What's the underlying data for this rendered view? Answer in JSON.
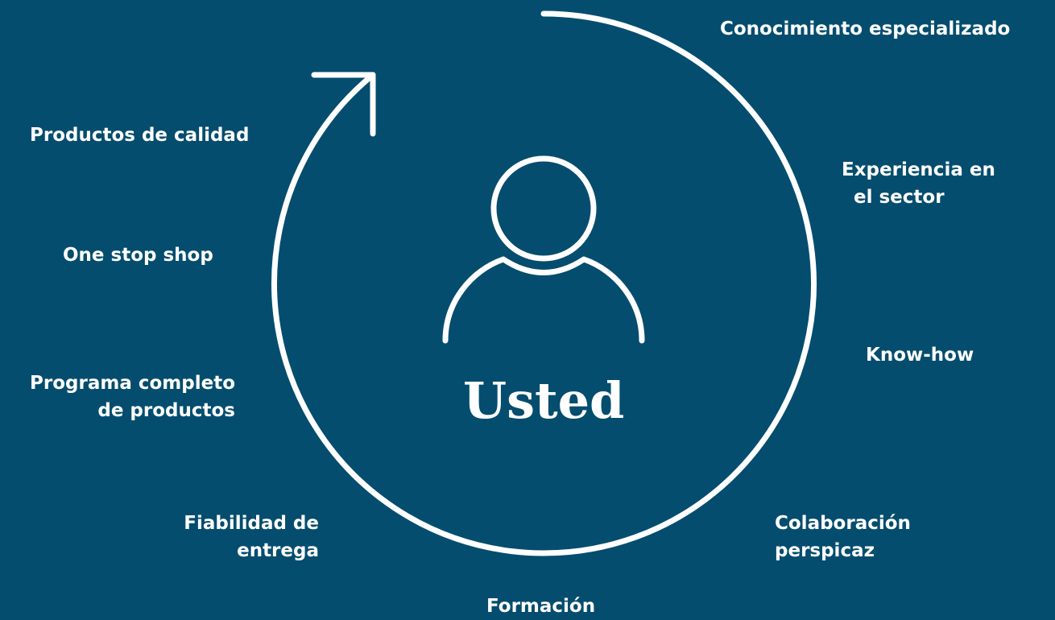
{
  "colors": {
    "background": "#044d6e",
    "foreground": "#ffffff"
  },
  "center": {
    "title": "Usted",
    "icon": "person-icon"
  },
  "cycle": {
    "icon": "cycle-arrow-icon"
  },
  "right_labels": {
    "conocimiento": [
      "Conocimiento especializado"
    ],
    "experiencia": [
      "Experiencia en",
      "el sector"
    ],
    "knowhow": [
      "Know-how"
    ],
    "colaboracion": [
      "Colaboración",
      "perspicaz"
    ]
  },
  "bottom_label": {
    "formacion": [
      "Formación"
    ]
  },
  "left_labels": {
    "productos_calidad": [
      "Productos de calidad"
    ],
    "one_stop": [
      "One stop shop"
    ],
    "programa": [
      "Programa completo",
      "de productos"
    ],
    "fiabilidad": [
      "Fiabilidad de",
      "entrega"
    ]
  }
}
